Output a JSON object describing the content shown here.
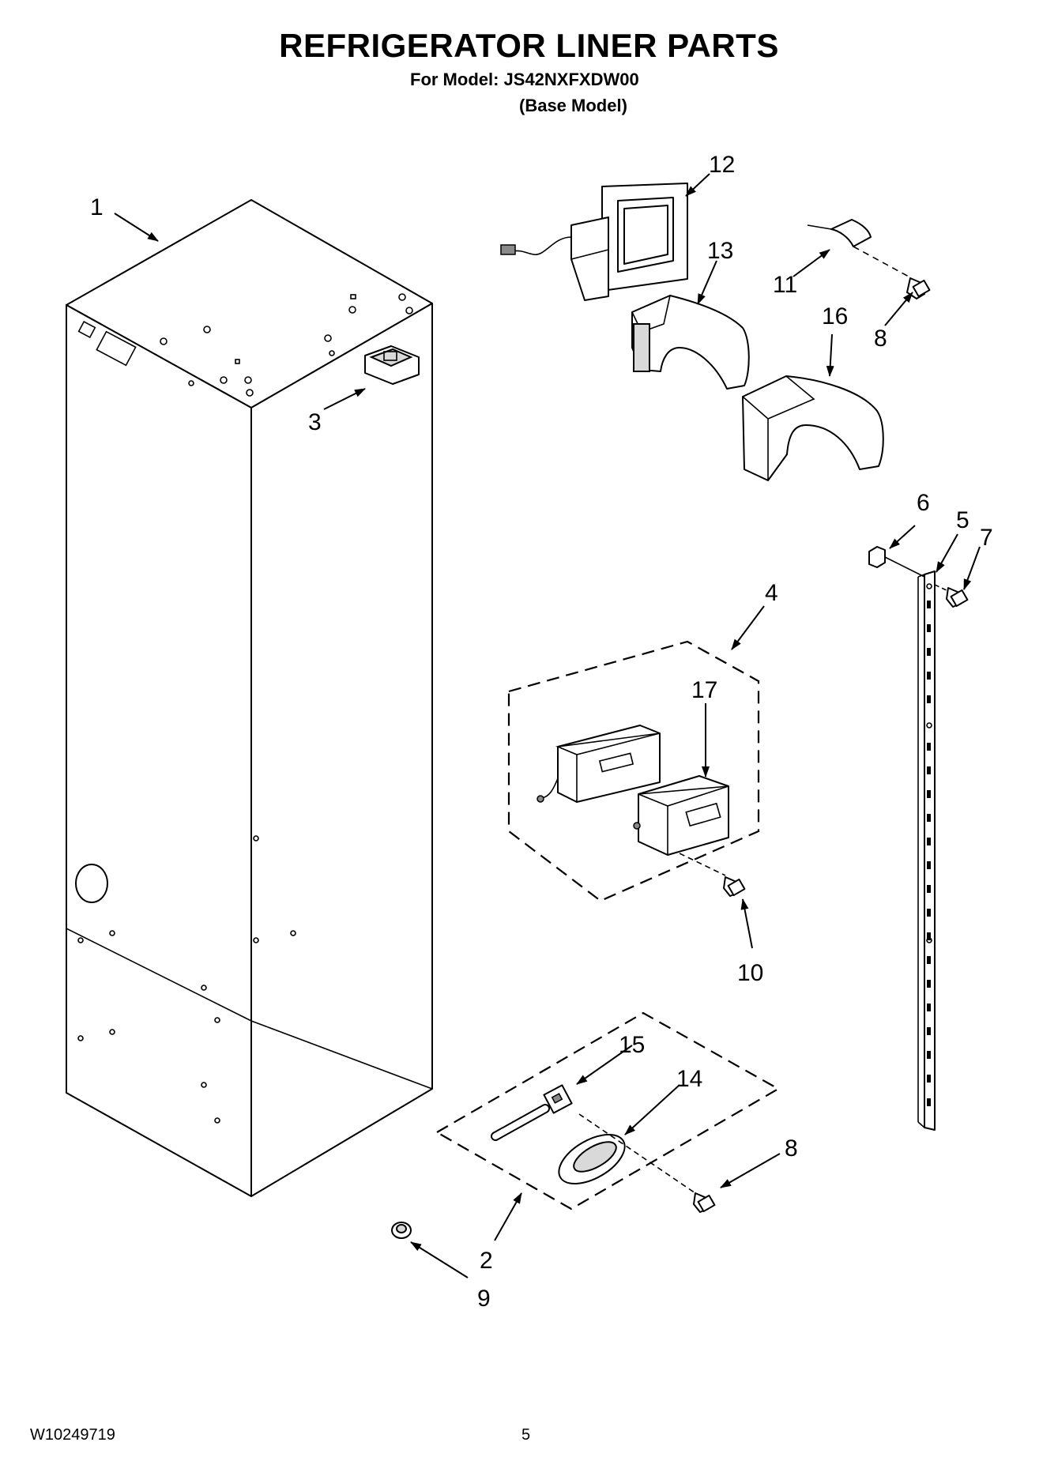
{
  "header": {
    "title": "REFRIGERATOR LINER PARTS",
    "model_line": "For Model: JS42NXFXDW00",
    "base_model": "(Base Model)"
  },
  "footer": {
    "doc_number": "W10249719",
    "page_number": "5"
  },
  "callouts": {
    "c1": "1",
    "c2": "2",
    "c3": "3",
    "c4": "4",
    "c5": "5",
    "c6": "6",
    "c7": "7",
    "c8a": "8",
    "c8b": "8",
    "c9": "9",
    "c10": "10",
    "c11": "11",
    "c12": "12",
    "c13": "13",
    "c14": "14",
    "c15": "15",
    "c16": "16",
    "c17": "17"
  }
}
